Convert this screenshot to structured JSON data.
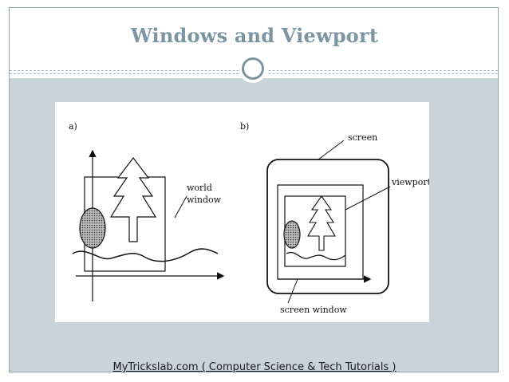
{
  "slide": {
    "title": "Windows and Viewport",
    "footer_link": "MyTrickslab.com ( Computer Science & Tech Tutorials )"
  },
  "figure": {
    "panel_a_label": "a)",
    "panel_b_label": "b)",
    "world_window_line1": "world",
    "world_window_line2": "window",
    "screen_label": "screen",
    "viewport_label": "viewport",
    "screen_window_label": "screen window"
  },
  "colors": {
    "title": "#7c95a3",
    "panel_bg": "#c8d3da",
    "ring": "#7c95a3"
  }
}
